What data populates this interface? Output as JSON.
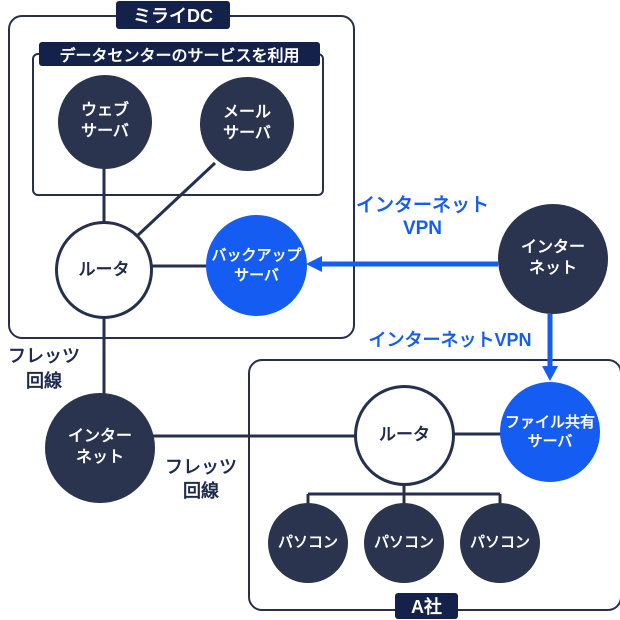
{
  "colors": {
    "background": "#ffffff",
    "node_navy": "#2B344F",
    "badge_navy": "#14214B",
    "accent_blue": "#155CF2",
    "line_navy": "#26304E",
    "text_dark": "#1F2B4B",
    "text_light": "#ffffff"
  },
  "dc_box": {
    "title": "ミライDC",
    "service_group_label": "データセンターのサービスを利用",
    "web_server": {
      "line1": "ウェブ",
      "line2": "サーバ"
    },
    "mail_server": {
      "line1": "メール",
      "line2": "サーバ"
    },
    "router_label": "ルータ",
    "backup_server": {
      "line1": "バックアップ",
      "line2": "サーバ"
    }
  },
  "internet_top": {
    "line1": "インター",
    "line2": "ネット"
  },
  "internet_bottom": {
    "line1": "インター",
    "line2": "ネット"
  },
  "labels": {
    "vpn_right": {
      "line1": "インターネット",
      "line2": "VPN"
    },
    "vpn_lower": "インターネットVPN",
    "flets_left": {
      "line1": "フレッツ",
      "line2": "回線"
    },
    "flets_mid": {
      "line1": "フレッツ",
      "line2": "回線"
    }
  },
  "company_box": {
    "title": "A社",
    "router_label": "ルータ",
    "file_server": {
      "line1": "ファイル共有",
      "line2": "サーバ"
    },
    "pc1": "パソコン",
    "pc2": "パソコン",
    "pc3": "パソコン"
  }
}
